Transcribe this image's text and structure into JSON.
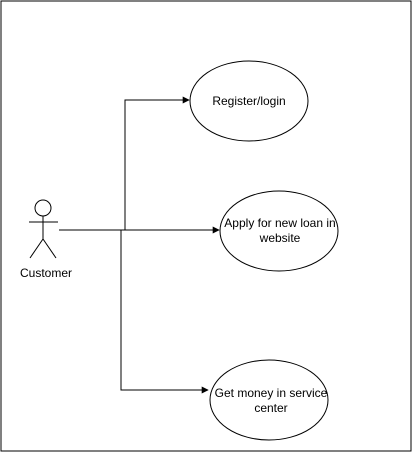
{
  "colors": {
    "stroke": "#000000",
    "background": "#ffffff",
    "text": "#000000"
  },
  "actor": {
    "name": "Customer",
    "icon": "stick-figure-actor-icon"
  },
  "use_cases": [
    {
      "label": "Register/login"
    },
    {
      "label": "Apply for new loan in\nwebsite"
    },
    {
      "label": "Get money  in service\ncenter"
    }
  ]
}
